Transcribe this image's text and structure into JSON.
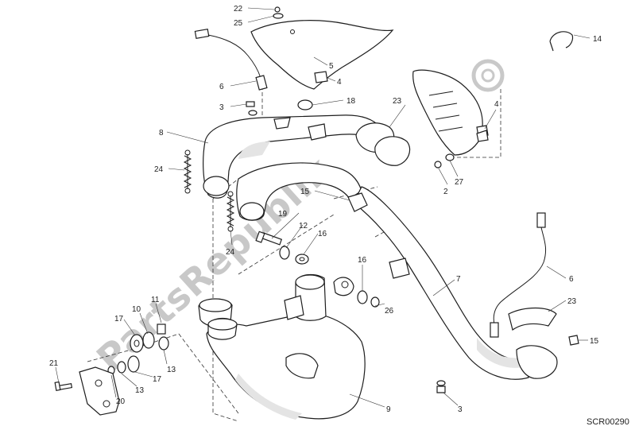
{
  "watermark": {
    "text": "PartsRepublik"
  },
  "diagram_code": "SCR00290",
  "callouts": [
    {
      "id": "c1",
      "text": "22"
    },
    {
      "id": "c2",
      "text": "25"
    },
    {
      "id": "c3",
      "text": "5"
    },
    {
      "id": "c4",
      "text": "4"
    },
    {
      "id": "c5",
      "text": "6"
    },
    {
      "id": "c6",
      "text": "3"
    },
    {
      "id": "c7",
      "text": "8"
    },
    {
      "id": "c8",
      "text": "18"
    },
    {
      "id": "c9",
      "text": "24"
    },
    {
      "id": "c10",
      "text": "14"
    },
    {
      "id": "c11",
      "text": "23"
    },
    {
      "id": "c12",
      "text": "4"
    },
    {
      "id": "c13",
      "text": "2"
    },
    {
      "id": "c14",
      "text": "27"
    },
    {
      "id": "c15",
      "text": "15"
    },
    {
      "id": "c16",
      "text": "19"
    },
    {
      "id": "c17",
      "text": "12"
    },
    {
      "id": "c18",
      "text": "16"
    },
    {
      "id": "c19",
      "text": "24"
    },
    {
      "id": "c20",
      "text": "16"
    },
    {
      "id": "c21",
      "text": "7"
    },
    {
      "id": "c22",
      "text": "6"
    },
    {
      "id": "c23",
      "text": "26"
    },
    {
      "id": "c24",
      "text": "23"
    },
    {
      "id": "c25",
      "text": "15"
    },
    {
      "id": "c26",
      "text": "10"
    },
    {
      "id": "c27",
      "text": "11"
    },
    {
      "id": "c28",
      "text": "17"
    },
    {
      "id": "c29",
      "text": "13"
    },
    {
      "id": "c30",
      "text": "21"
    },
    {
      "id": "c31",
      "text": "17"
    },
    {
      "id": "c32",
      "text": "13"
    },
    {
      "id": "c33",
      "text": "20"
    },
    {
      "id": "c34",
      "text": "9"
    },
    {
      "id": "c35",
      "text": "3"
    }
  ]
}
